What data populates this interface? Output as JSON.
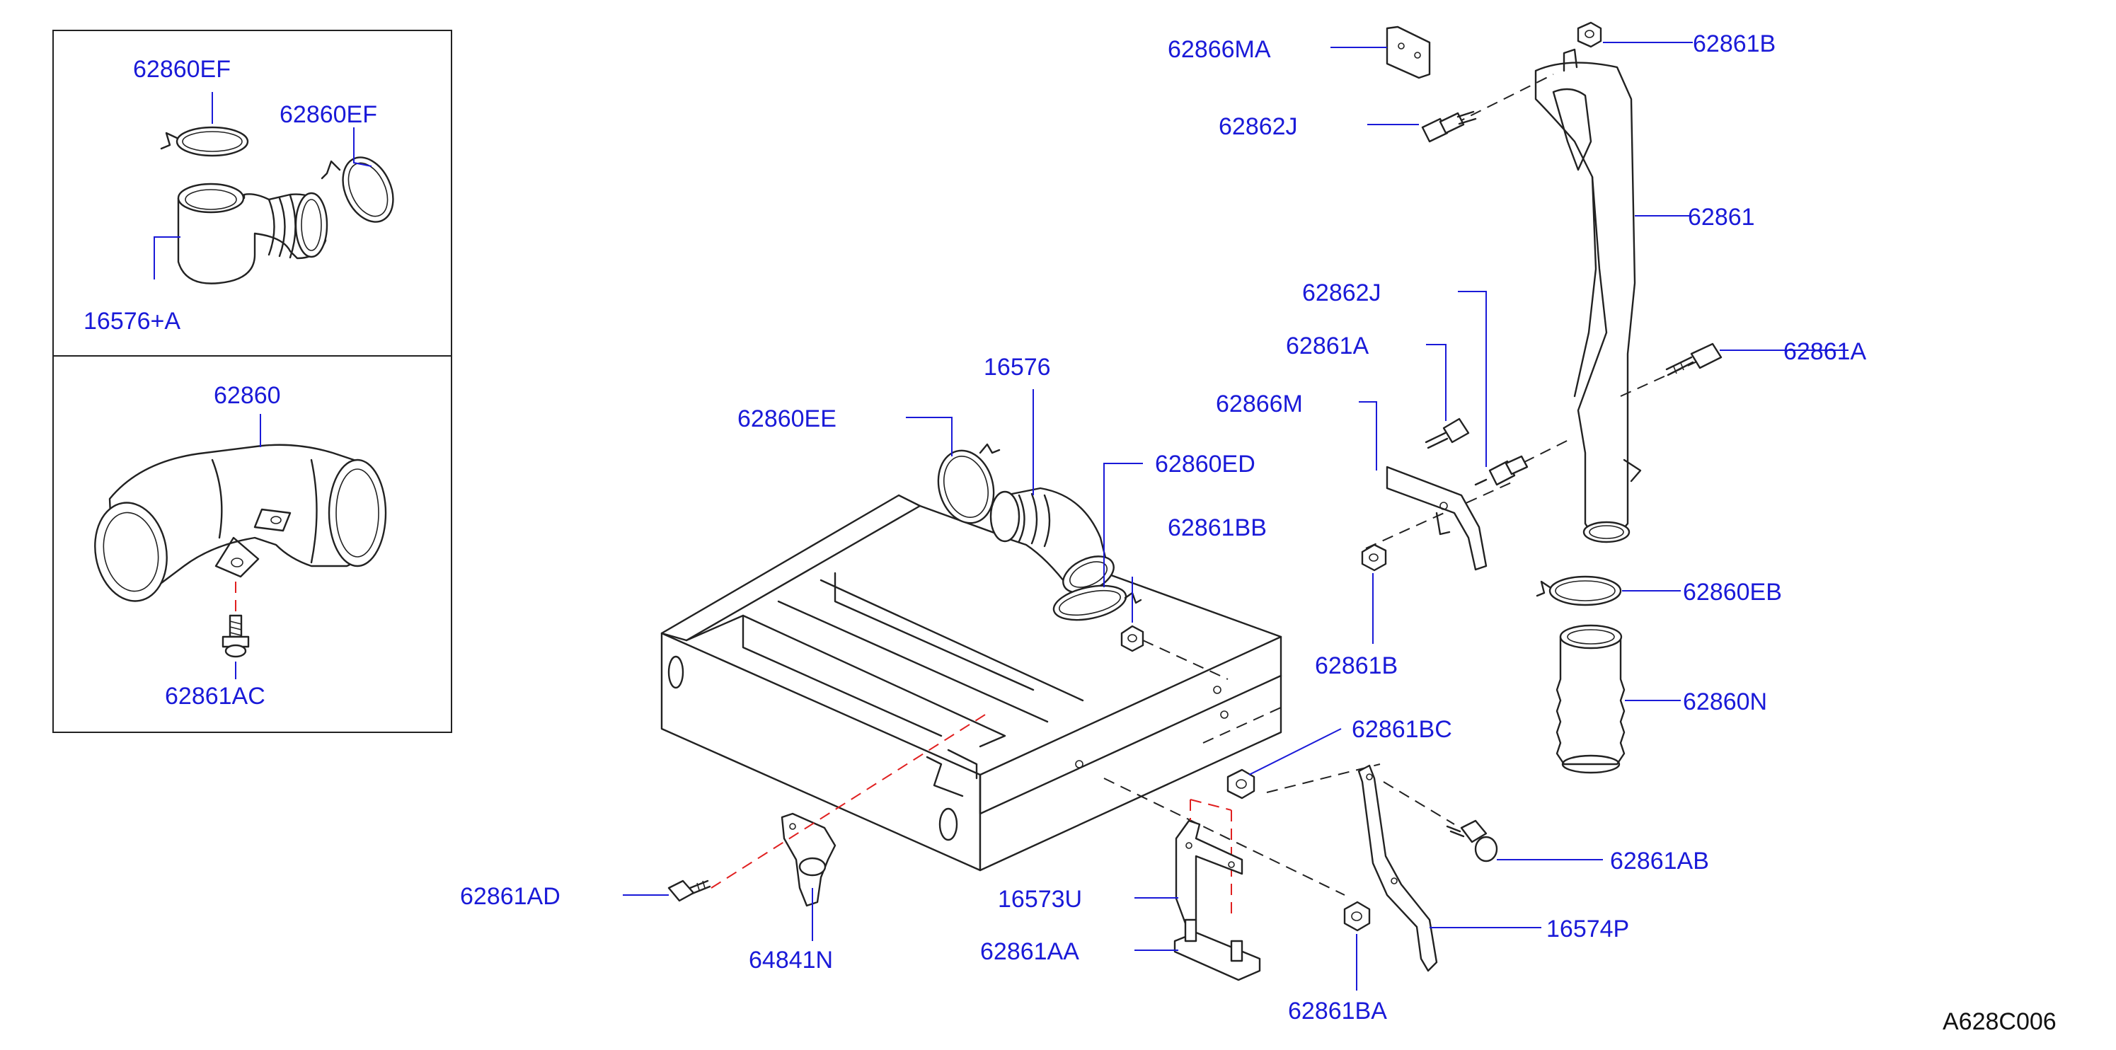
{
  "callouts": {
    "c_62860EF_a": "62860EF",
    "c_62860EF_b": "62860EF",
    "c_16576A": "16576+A",
    "c_62860": "62860",
    "c_62861AC": "62861AC",
    "c_62860EE": "62860EE",
    "c_16576": "16576",
    "c_62860ED": "62860ED",
    "c_62861BB": "62861BB",
    "c_62866MA": "62866MA",
    "c_62862J_a": "62862J",
    "c_62861B_a": "62861B",
    "c_62861": "62861",
    "c_62862J_b": "62862J",
    "c_62861A_a": "62861A",
    "c_62861A_b": "62861A",
    "c_62866M": "62866M",
    "c_62861B_b": "62861B",
    "c_62860EB": "62860EB",
    "c_62860N": "62860N",
    "c_62861BC": "62861BC",
    "c_62861AB": "62861AB",
    "c_16574P": "16574P",
    "c_62861AD": "62861AD",
    "c_64841N": "64841N",
    "c_16573U": "16573U",
    "c_62861AA": "62861AA",
    "c_62861BA": "62861BA"
  },
  "diagram_ref": "A628C006",
  "colors": {
    "callout": "#1a1ad8",
    "line": "#222222",
    "red_dash": "#e02020"
  }
}
